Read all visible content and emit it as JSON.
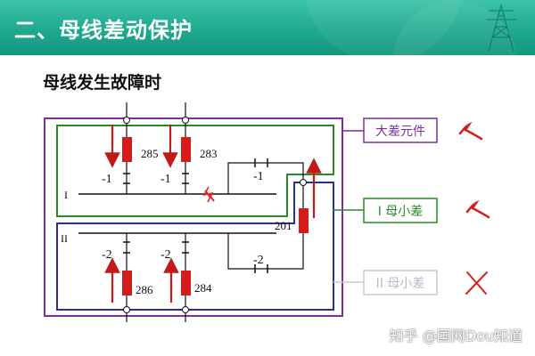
{
  "header": {
    "title": "二、母线差动保护"
  },
  "subtitle": "母线发生故障时",
  "diagram": {
    "bus_labels": {
      "bus1": "I",
      "bus2": "II"
    },
    "breakers": [
      {
        "id": "285",
        "switch": "-1"
      },
      {
        "id": "283",
        "switch": "-1"
      },
      {
        "id": "286",
        "switch": "-2"
      },
      {
        "id": "284",
        "switch": "-2"
      },
      {
        "id": "201",
        "switch_top": "-1",
        "switch_bottom": "-2"
      }
    ],
    "protection_elements": [
      {
        "label": "大差元件",
        "status": "✓",
        "color": "#7b2f9e",
        "status_color": "#d42020"
      },
      {
        "label": "I 母小差",
        "status": "✓",
        "color": "#2a8a2a",
        "status_color": "#d42020"
      },
      {
        "label": "II 母小差",
        "status": "✕",
        "color": "#c9c9d6",
        "status_color": "#d42020"
      }
    ],
    "colors": {
      "big_diff": "#7b2f9e",
      "bus1_diff": "#2a8a2a",
      "bus2_diff": "#2b2f8f",
      "breaker": "#d41c1c",
      "current_arrow": "#c21a1a"
    }
  },
  "watermark": "知乎 @国网Dou知道"
}
